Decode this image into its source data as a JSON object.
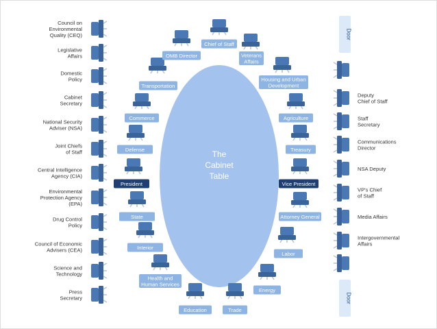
{
  "table": {
    "title_lines": [
      "The",
      "Cabinet",
      "Table"
    ]
  },
  "colors": {
    "table": "#a4c2ee",
    "seat_label": "#8db4e2",
    "seat_label_head": "#1f3f73",
    "chair": "#4a78b5",
    "chair_dark": "#3a639a",
    "chair_leg": "#b9c4d1",
    "door": "#dce9f8",
    "side_text": "#333333"
  },
  "seats": [
    {
      "label": [
        "Chief of Staff"
      ]
    },
    {
      "label": [
        "Veterans",
        "Affairs"
      ]
    },
    {
      "label": [
        "Housing and Urban",
        "Development"
      ]
    },
    {
      "label": [
        "Agriculture"
      ]
    },
    {
      "label": [
        "Treasury"
      ]
    },
    {
      "label": [
        "Vice President"
      ],
      "head": true
    },
    {
      "label": [
        "Attorney General"
      ]
    },
    {
      "label": [
        "Labor"
      ]
    },
    {
      "label": [
        "Energy"
      ]
    },
    {
      "label": [
        "Trade"
      ]
    },
    {
      "label": [
        "Education"
      ]
    },
    {
      "label": [
        "Health and",
        "Human Services"
      ]
    },
    {
      "label": [
        "Interior"
      ]
    },
    {
      "label": [
        "State"
      ]
    },
    {
      "label": [
        "President"
      ],
      "head": true
    },
    {
      "label": [
        "Defense"
      ]
    },
    {
      "label": [
        "Commerce"
      ]
    },
    {
      "label": [
        "Transportation"
      ]
    },
    {
      "label": [
        "OMB Director"
      ]
    }
  ],
  "left_wall": [
    {
      "label": [
        "Council on",
        "Environmental",
        "Quality (CEQ)"
      ]
    },
    {
      "label": [
        "Legislative",
        "Affairs"
      ]
    },
    {
      "label": [
        "Domestic",
        "Policy"
      ]
    },
    {
      "label": [
        "Cabinet",
        "Secretary"
      ]
    },
    {
      "label": [
        "National Security",
        "Adviser (NSA)"
      ]
    },
    {
      "label": [
        "Joint Chiefs",
        "of Staff"
      ]
    },
    {
      "label": [
        "Central Intelligence",
        "Agency (CIA)"
      ]
    },
    {
      "label": [
        "Environmental",
        "Protection Agency",
        "(EPA)"
      ]
    },
    {
      "label": [
        "Drug Control",
        "Policy"
      ]
    },
    {
      "label": [
        "Council of Economic",
        "Advisers (CEA)"
      ]
    },
    {
      "label": [
        "Science and",
        "Technology"
      ]
    },
    {
      "label": [
        "Press",
        "Secretary"
      ]
    }
  ],
  "right_wall": [
    {
      "label": []
    },
    {
      "label": [
        "Deputy",
        "Chief of Staff"
      ]
    },
    {
      "label": [
        "Staff",
        "Secretary"
      ]
    },
    {
      "label": [
        "Communications",
        "Director"
      ]
    },
    {
      "label": [
        "NSA Deputy"
      ]
    },
    {
      "label": [
        "VP's Chief",
        "of Staff"
      ]
    },
    {
      "label": [
        "Media Affairs"
      ]
    },
    {
      "label": [
        "Intergovernmental",
        "Affairs"
      ]
    },
    {
      "label": []
    }
  ],
  "doors": [
    {
      "label": "Door"
    },
    {
      "label": "Door"
    }
  ]
}
